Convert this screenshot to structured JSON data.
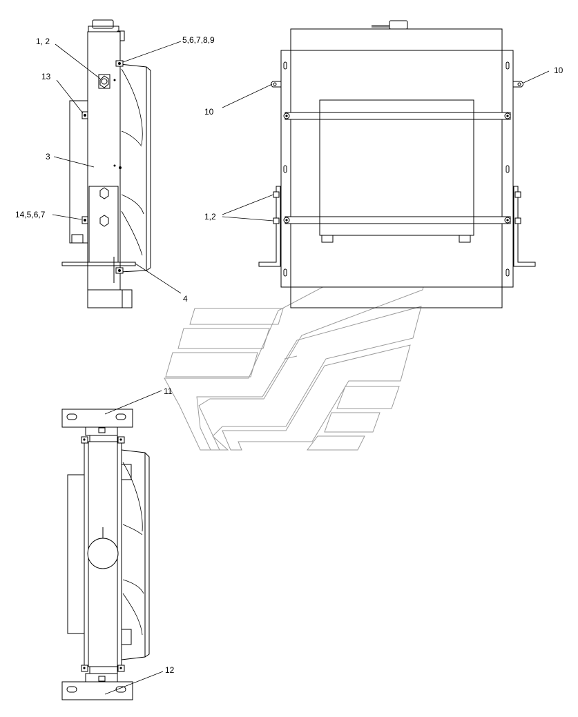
{
  "callouts": {
    "c1_2_side": "1, 2",
    "c13": "13",
    "c5_6_7_8_9": "5,6,7,8,9",
    "c3": "3",
    "c14_5_6_7": "14,5,6,7",
    "c4": "4",
    "c10_left": "10",
    "c10_right": "10",
    "c1_2_front": "1,2",
    "c11": "11",
    "c12": "12"
  },
  "colors": {
    "line": "#000000",
    "watermark": "#9a9a9a",
    "background": "#ffffff"
  }
}
